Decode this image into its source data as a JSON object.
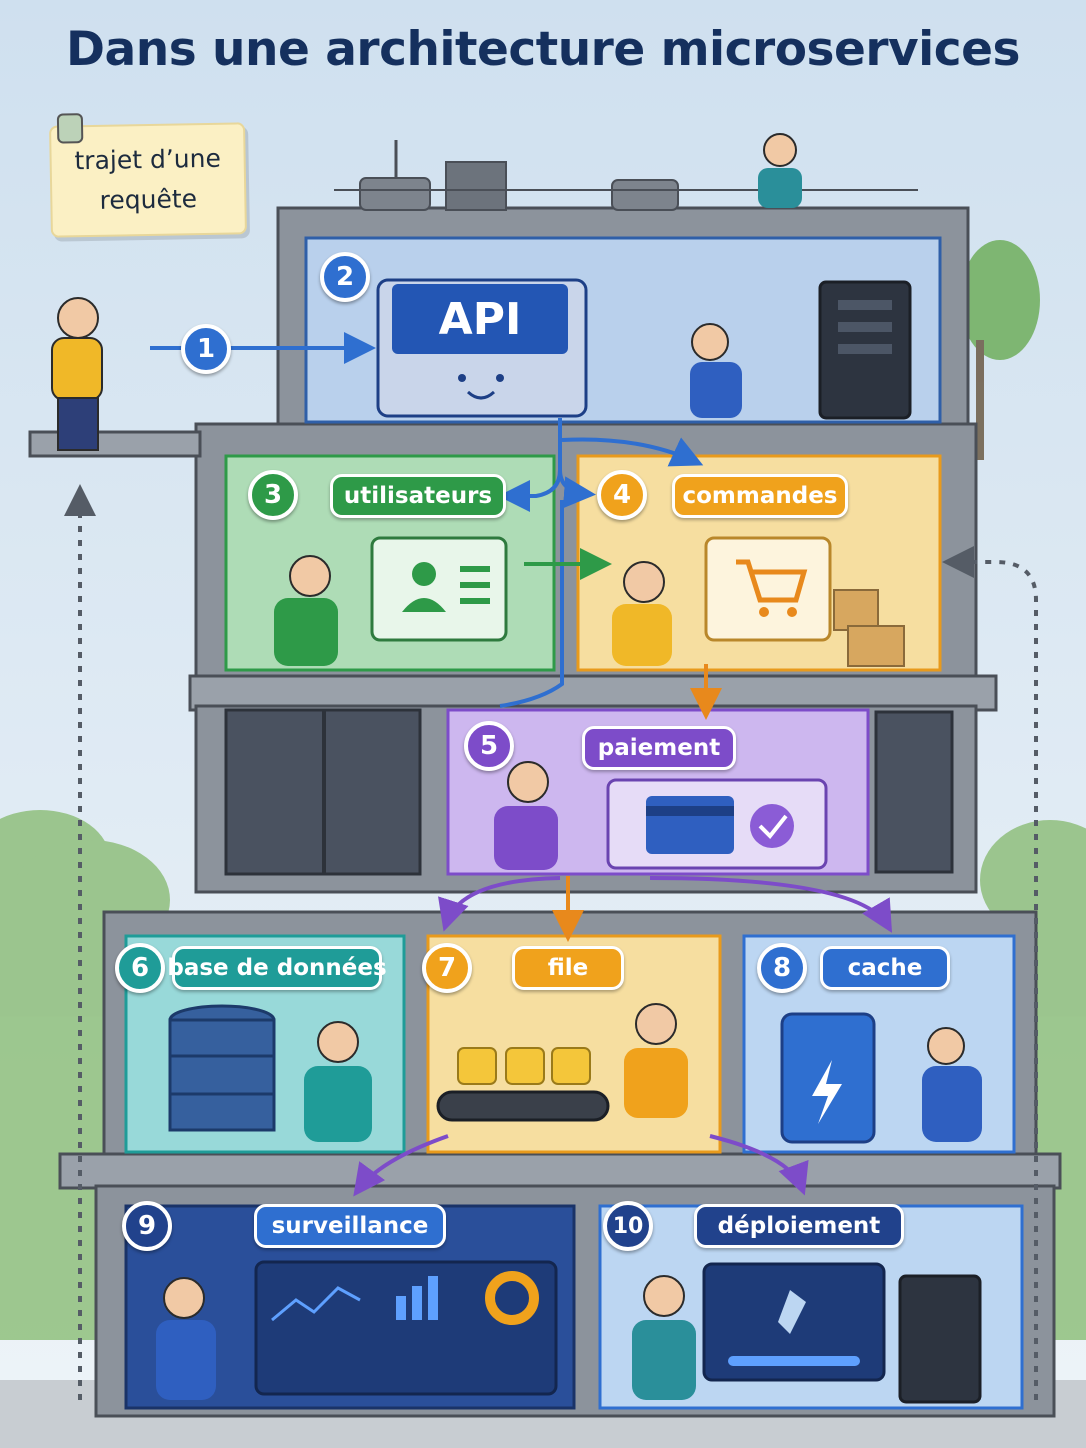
{
  "title": "Dans une architecture microservices",
  "note": {
    "line1": "trajet d’une",
    "line2": "requête"
  },
  "api_label": "API",
  "steps": [
    {
      "number": "1"
    },
    {
      "number": "2"
    },
    {
      "number": "3",
      "label": "utilisateurs"
    },
    {
      "number": "4",
      "label": "commandes"
    },
    {
      "number": "5",
      "label": "paiement"
    },
    {
      "number": "6",
      "label": "base de données"
    },
    {
      "number": "7",
      "label": "file"
    },
    {
      "number": "8",
      "label": "cache"
    },
    {
      "number": "9",
      "label": "surveillance"
    },
    {
      "number": "10",
      "label": "déploiement"
    }
  ],
  "colors": {
    "blue": "#2f6fd0",
    "green": "#2e9a48",
    "orange": "#f0a21c",
    "purple": "#7d4cc9",
    "teal": "#1f9c98",
    "navy": "#21428c",
    "title": "#15305e"
  },
  "icons": [
    "user-card-icon",
    "shopping-cart-icon",
    "credit-card-icon",
    "check-icon",
    "database-icon",
    "queue-belt-icon",
    "lightning-cache-icon",
    "line-chart-icon",
    "bar-chart-icon",
    "donut-chart-icon",
    "rocket-icon",
    "server-rack-icon"
  ]
}
